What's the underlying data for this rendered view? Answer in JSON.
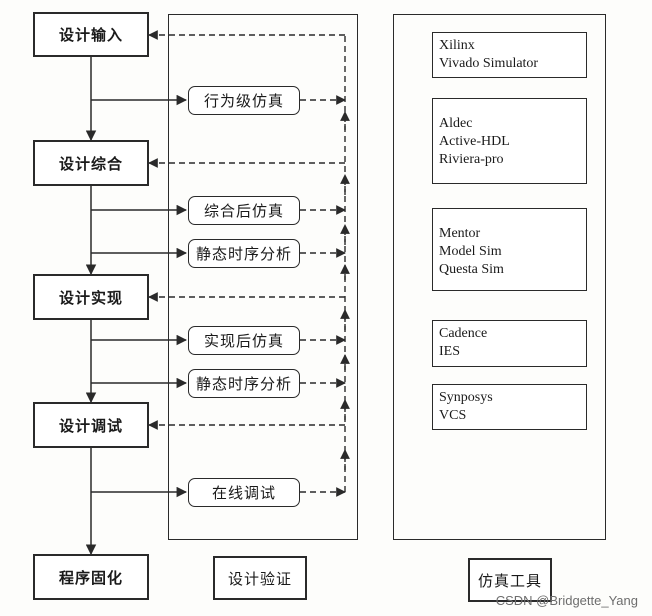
{
  "flow_steps": [
    {
      "label": "设计输入"
    },
    {
      "label": "设计综合"
    },
    {
      "label": "设计实现"
    },
    {
      "label": "设计调试"
    },
    {
      "label": "程序固化"
    }
  ],
  "verification": {
    "title": "设计验证",
    "steps": [
      {
        "label": "行为级仿真"
      },
      {
        "label": "综合后仿真"
      },
      {
        "label": "静态时序分析"
      },
      {
        "label": "实现后仿真"
      },
      {
        "label": "静态时序分析"
      },
      {
        "label": "在线调试"
      }
    ]
  },
  "tools": {
    "title": "仿真工具",
    "items": [
      {
        "lines": [
          "Xilinx",
          "Vivado Simulator"
        ]
      },
      {
        "lines": [
          "Aldec",
          "Active-HDL",
          "Riviera-pro"
        ]
      },
      {
        "lines": [
          "Mentor",
          "Model  Sim",
          "Questa  Sim"
        ]
      },
      {
        "lines": [
          "Cadence",
          "IES"
        ]
      },
      {
        "lines": [
          "Synposys",
          "VCS"
        ]
      }
    ]
  },
  "watermark": "CSDN @Bridgette_Yang"
}
